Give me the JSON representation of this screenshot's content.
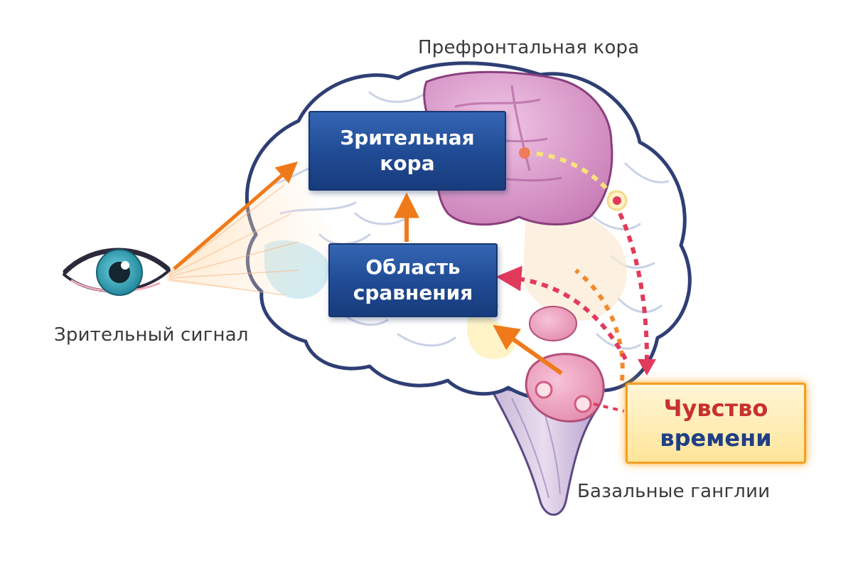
{
  "labels": {
    "prefrontal": "Префронтальная кора",
    "visual_signal": "Зрительный сигнал",
    "basal_ganglia": "Базальные ганглии"
  },
  "boxes": {
    "visual_cortex": {
      "line1": "Зрительная",
      "line2": "кора"
    },
    "comparison_area": {
      "line1": "Область",
      "line2": "сравнения"
    },
    "time_sense": {
      "line1": "Чувство",
      "line2": "времени"
    }
  },
  "colors": {
    "box_blue": "#1f4a93",
    "arrow_orange": "#f07a1a",
    "dotted_red": "#e23a5c",
    "dotted_yellow": "#f7e27a",
    "highlight_orange": "#f3a024",
    "prefrontal_pink": "#d48ac4",
    "eye_teal": "#27a0b4"
  },
  "icons": {
    "eye": "eye-icon",
    "brain": "brain-illustration"
  }
}
